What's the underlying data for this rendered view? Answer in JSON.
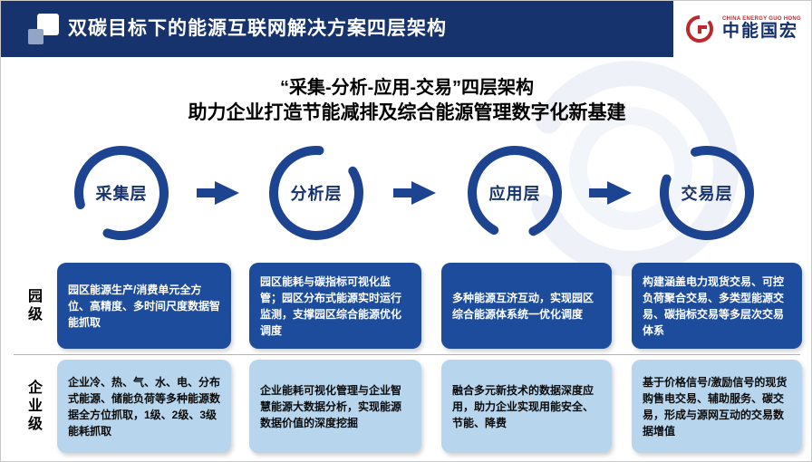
{
  "header": {
    "title": "双碳目标下的能源互联网解决方案四层架构",
    "logo": {
      "en": "CHINA ENERGY GUO HONG",
      "cn": "中能国宏"
    }
  },
  "subtitle": {
    "line1": "“采集-分析-应用-交易”四层架构",
    "line2": "助力企业打造节能减排及综合能源管理数字化新基建"
  },
  "layers": [
    {
      "label": "采集层"
    },
    {
      "label": "分析层"
    },
    {
      "label": "应用层"
    },
    {
      "label": "交易层"
    }
  ],
  "rows": [
    {
      "label": "园级",
      "cells": [
        {
          "text": "园区能源生产/消费单元全方位、高精度、多时间尺度数据智能抓取"
        },
        {
          "text": "园区能耗与碳指标可视化监管；园区分布式能源实时运行监测，支撑园区综合能源优化调度"
        },
        {
          "text": "多种能源互济互动，实现园区综合能源体系统一优化调度"
        },
        {
          "text": "构建涵盖电力现货交易、可控负荷聚合交易、多类型能源交易、碳指标交易等多层次交易体系"
        }
      ]
    },
    {
      "label": "企业级",
      "cells": [
        {
          "text": "企业冷、热、气、水、电、分布式能源、储能负荷等多种能源数据全方位抓取，1级、2级、3级能耗抓取"
        },
        {
          "text": "企业能耗可视化管理与企业智慧能源大数据分析，实现能源数据价值的深度挖掘"
        },
        {
          "text": "融合多元新技术的数据深度应用，助力企业实现用能安全、节能、降费"
        },
        {
          "text": "基于价格信号/激励信号的现货购售电交易、辅助服务、碳交易，形成与源网互动的交易数据增值"
        }
      ]
    }
  ],
  "colors": {
    "header_bg": "#16336E",
    "ring": "#1D4490",
    "dark_box": "#1D4C9C",
    "light_box": "#B7D6ED",
    "logo_red": "#C0272D"
  }
}
